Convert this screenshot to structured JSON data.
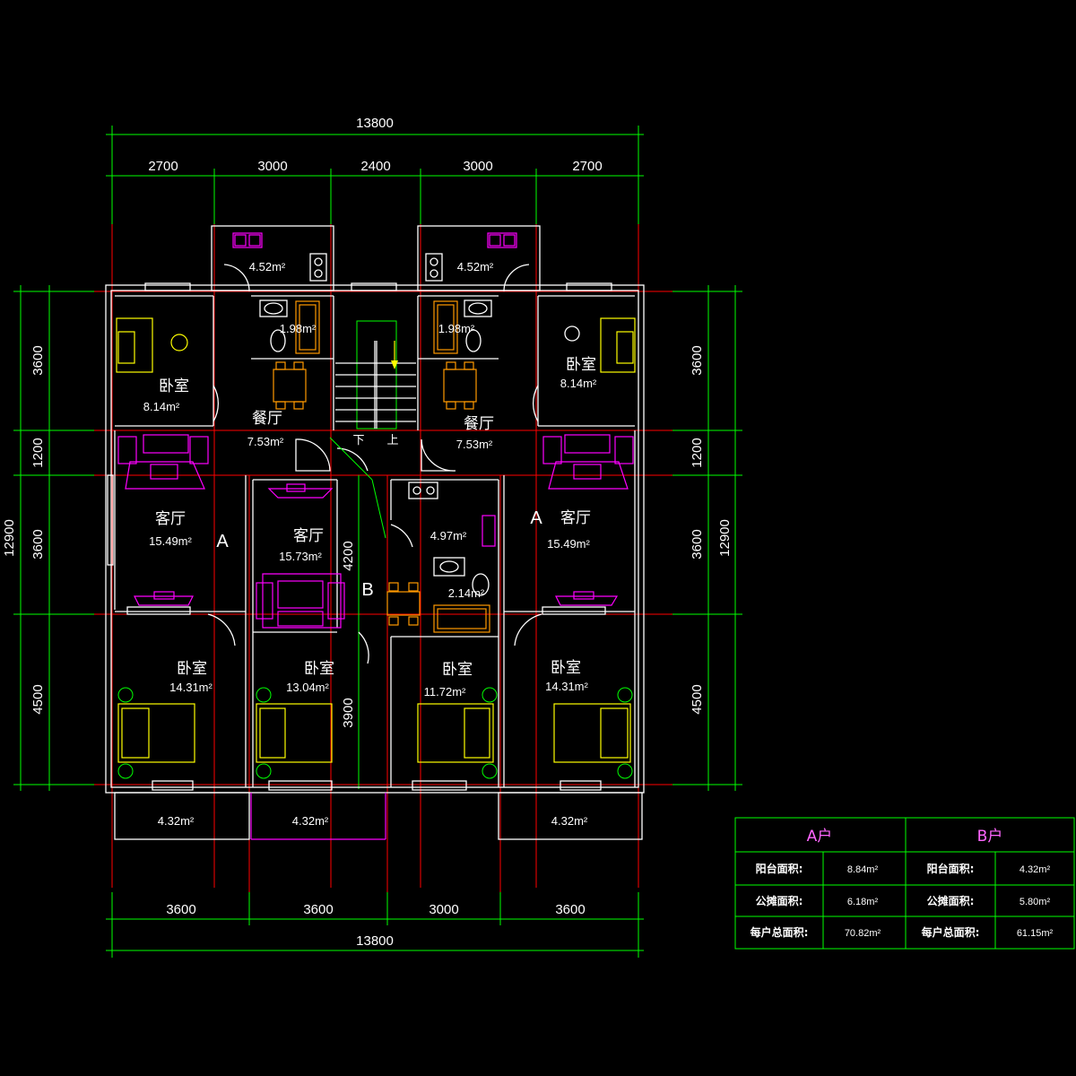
{
  "dimensions": {
    "top_total": "13800",
    "top_segments": [
      "2700",
      "3000",
      "2400",
      "3000",
      "2700"
    ],
    "bottom_total": "13800",
    "bottom_segments": [
      "3600",
      "3600",
      "3000",
      "3600"
    ],
    "left_total": "12900",
    "left_segments": [
      "3600",
      "1200",
      "3600",
      "4500"
    ],
    "right_total": "12900",
    "right_segments": [
      "3600",
      "1200",
      "3600",
      "4500"
    ],
    "inner_4200": "4200",
    "inner_3900": "3900"
  },
  "rooms": {
    "bedroom": "卧室",
    "living": "客厅",
    "dining": "餐厅"
  },
  "areas": {
    "kitchen_left": "4.52m²",
    "kitchen_right": "4.52m²",
    "bath_left": "1.98m²",
    "bath_right": "1.98m²",
    "bedroom_tl": "8.14m²",
    "bedroom_tr": "8.14m²",
    "dining_left": "7.53m²",
    "dining_right": "7.53m²",
    "living_left": "15.49m²",
    "living_right": "15.49m²",
    "living_b": "15.73m²",
    "kitchen_b": "4.97m²",
    "bath_b": "2.14m²",
    "bedroom_bl": "14.31m²",
    "bedroom_b1": "13.04m²",
    "bedroom_b2": "11.72m²",
    "bedroom_br": "14.31m²",
    "balcony_left": "4.32m²",
    "balcony_mid": "4.32m²",
    "balcony_right": "4.32m²"
  },
  "labels": {
    "unit_a": "A",
    "unit_b": "B",
    "stair_down": "下",
    "stair_up": "上"
  },
  "table": {
    "header_a": "A户",
    "header_b": "B户",
    "rows": [
      {
        "label_a": "阳台面积:",
        "value_a": "8.84m²",
        "label_b": "阳台面积:",
        "value_b": "4.32m²"
      },
      {
        "label_a": "公摊面积:",
        "value_a": "6.18m²",
        "label_b": "公摊面积:",
        "value_b": "5.80m²"
      },
      {
        "label_a": "每户总面积:",
        "value_a": "70.82m²",
        "label_b": "每户总面积:",
        "value_b": "61.15m²"
      }
    ]
  },
  "colors": {
    "background": "#000000",
    "dimension": "#00ff00",
    "axis": "#ff0000",
    "wall": "#ffffff",
    "furniture": "#ffff00",
    "fixture": "#ff00ff",
    "table_header": "#ff66ff"
  }
}
